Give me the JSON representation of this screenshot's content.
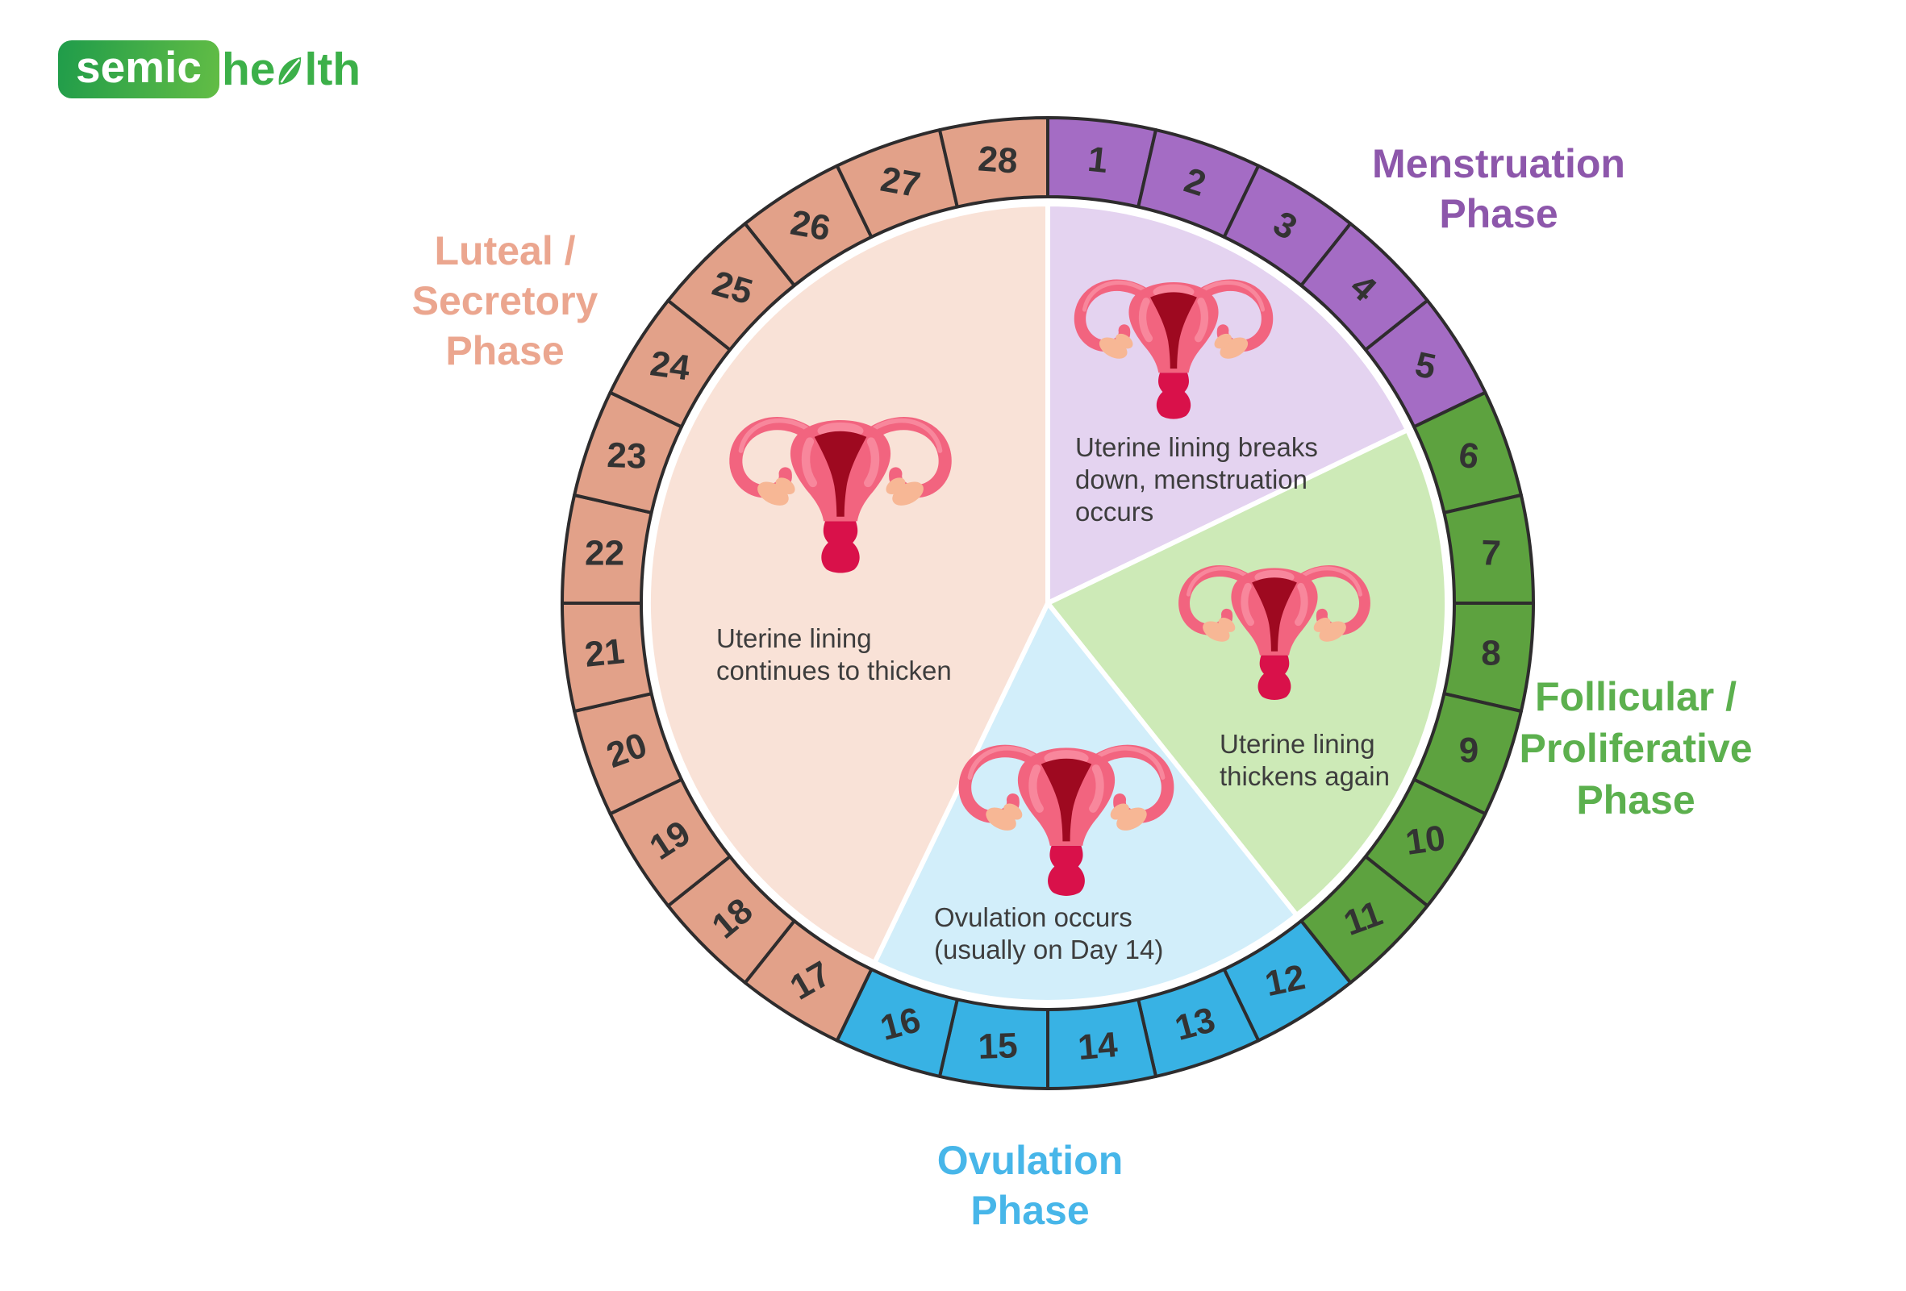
{
  "logo": {
    "brand_bold": "semic",
    "health_prefix": "he",
    "health_suffix": "lth",
    "badge_color_start": "#1f9c4a",
    "badge_color_end": "#63bd45",
    "health_color": "#3cb049"
  },
  "colors": {
    "background": "#ffffff",
    "outline": "#2e2c2d",
    "day_number": "#333333",
    "description_text": "#3d3d3d",
    "wedge_divider": "#ffffff"
  },
  "illustration_colors": {
    "body": "#f2647f",
    "highlight": "#f8879c",
    "cavity": "#9e0920",
    "cervix": "#d9114a",
    "fimbriae": "#f7b795"
  },
  "day_labels": [
    "1",
    "2",
    "3",
    "4",
    "5",
    "6",
    "7",
    "8",
    "9",
    "10",
    "11",
    "12",
    "13",
    "14",
    "15",
    "16",
    "17",
    "18",
    "19",
    "20",
    "21",
    "22",
    "23",
    "24",
    "25",
    "26",
    "27",
    "28"
  ],
  "phases": [
    {
      "id": "menstruation",
      "title_lines": [
        "Menstruation",
        "Phase"
      ],
      "days_range": [
        1,
        5
      ],
      "ring_color": "#a46cc4",
      "wedge_color": "#e4d3f0",
      "title_color": "#8d57ab",
      "description_lines": [
        "Uterine lining breaks",
        "down, menstruation",
        "occurs"
      ]
    },
    {
      "id": "follicular",
      "title_lines": [
        "Follicular /",
        "Proliferative",
        "Phase"
      ],
      "days_range": [
        6,
        11
      ],
      "ring_color": "#5da23f",
      "wedge_color": "#cdeab7",
      "title_color": "#5cb04e",
      "description_lines": [
        "Uterine lining",
        "thickens again"
      ]
    },
    {
      "id": "ovulation",
      "title_lines": [
        "Ovulation",
        "Phase"
      ],
      "days_range": [
        12,
        16
      ],
      "ring_color": "#38b2e4",
      "wedge_color": "#d2eefa",
      "title_color": "#47b6e9",
      "description_lines": [
        "Ovulation occurs",
        "(usually on Day 14)"
      ]
    },
    {
      "id": "luteal",
      "title_lines": [
        "Luteal /",
        "Secretory",
        "Phase"
      ],
      "days_range": [
        17,
        28
      ],
      "ring_color": "#e2a189",
      "wedge_color": "#f9e2d7",
      "title_color": "#eba68f",
      "description_lines": [
        "Uterine lining",
        "continues to thicken"
      ]
    }
  ]
}
